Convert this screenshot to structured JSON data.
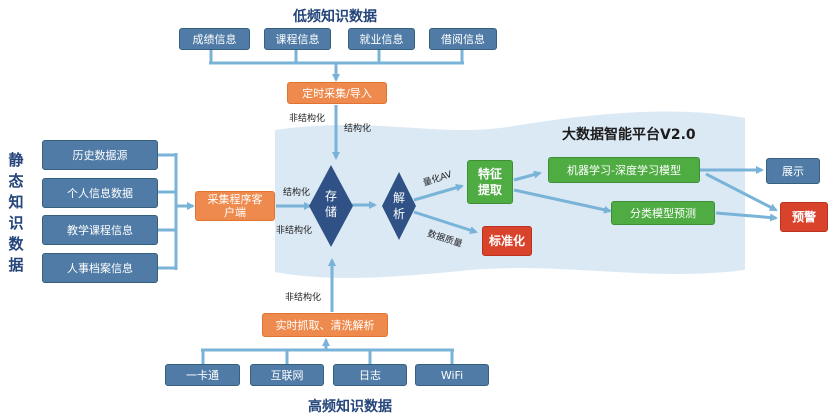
{
  "titles": {
    "low_freq": "低频知识数据",
    "high_freq": "高频知识数据",
    "static": "静态知识数据",
    "platform": "大数据智能平台V2.0"
  },
  "low_freq_sources": [
    "成绩信息",
    "课程信息",
    "就业信息",
    "借阅信息"
  ],
  "static_sources": [
    "历史数据源",
    "个人信息数据",
    "教学课程信息",
    "人事档案信息"
  ],
  "high_freq_sources": [
    "一卡通",
    "互联网",
    "日志",
    "WiFi"
  ],
  "process": {
    "timed_collect": "定时采集/导入",
    "collector_line1": "采集程序客",
    "collector_line2": "户端",
    "realtime_crawl": "实时抓取、清洗解析",
    "store_line1": "存",
    "store_line2": "储",
    "parse_line1": "解",
    "parse_line2": "析",
    "feature_line1": "特征",
    "feature_line2": "提取",
    "standardize": "标准化",
    "ml_model": "机器学习-深度学习模型",
    "classify": "分类模型预测",
    "display": "展示",
    "alert": "预警"
  },
  "edge_labels": {
    "unstructured_top": "非结构化",
    "structured_top": "结构化",
    "structured_left": "结构化",
    "unstructured_left": "非结构化",
    "unstructured_bottom": "非结构化",
    "quantify": "量化AV",
    "quality": "数据质量"
  },
  "colors": {
    "source_box": "#4f7ba6",
    "process_orange": "#ee8a4d",
    "model_green": "#4fac43",
    "alert_red": "#d9432c",
    "diamond": "#2f5185",
    "platform_bg": "#dbe9f5",
    "title_text": "#24447a"
  }
}
